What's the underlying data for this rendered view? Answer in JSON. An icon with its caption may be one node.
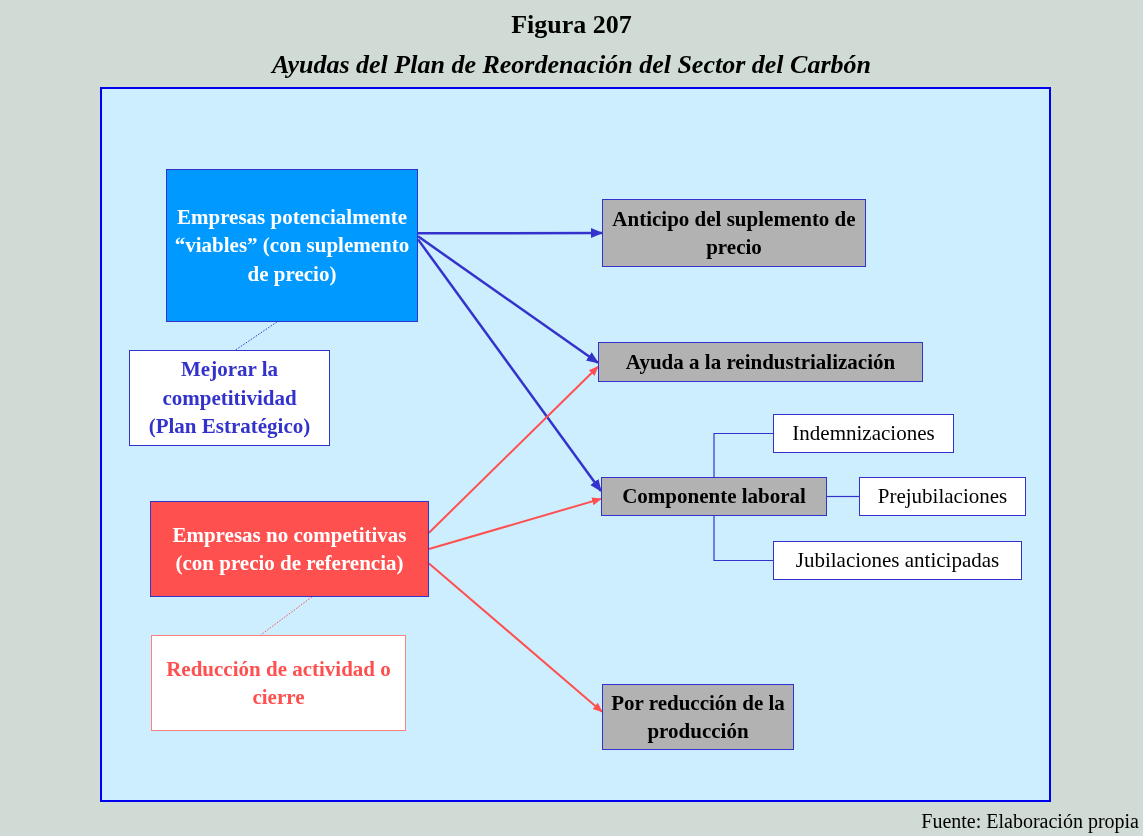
{
  "diagram": {
    "title": "Figura 207",
    "nodes": [
      {
        "text": [
          "Empresas potencialmente “viables” (con suplemento de precio)"
        ]
      },
      {
        "text": [
          "Mejorar la competitividad (Plan Estratégico)"
        ]
      },
      {
        "text": [
          "Empresas no competitivas (con precio de referencia)"
        ]
      },
      {
        "text": [
          "Reducción de actividad o cierre"
        ]
      },
      {
        "text": [
          "Anticipo del suplemento de precio"
        ]
      },
      {
        "text": [
          "Ayuda a la reindustrialización"
        ]
      },
      {
        "text": [
          "Componente laboral"
        ]
      },
      {
        "text": [
          "Indemnizaciones"
        ]
      },
      {
        "text": [
          "Prejubilaciones"
        ]
      },
      {
        "text": [
          "Jubilaciones anticipadas"
        ]
      },
      {
        "text": [
          "Por reducción de la producción"
        ]
      }
    ],
    "edges": [
      {
        "from": 0,
        "to": 4,
        "arrow": "to"
      },
      {
        "from": 0,
        "to": 5,
        "arrow": "to"
      },
      {
        "from": 0,
        "to": 6,
        "arrow": "to"
      },
      {
        "from": 0,
        "to": 1,
        "arrow": "none",
        "style": "dashed"
      },
      {
        "from": 2,
        "to": 5,
        "arrow": "to",
        "color": "#ff5050"
      },
      {
        "from": 2,
        "to": 6,
        "arrow": "to",
        "color": "#ff5050"
      },
      {
        "from": 2,
        "to": 10,
        "arrow": "to",
        "color": "#ff5050"
      },
      {
        "from": 2,
        "to": 3,
        "arrow": "none",
        "style": "dashed",
        "color": "#ff5050"
      },
      {
        "from": 6,
        "to": 7,
        "arrow": "none"
      },
      {
        "from": 6,
        "to": 8,
        "arrow": "none"
      },
      {
        "from": 6,
        "to": 9,
        "arrow": "none"
      }
    ],
    "labels": [
      "Ayudas del Plan de Reordenación del Sector del Carbón"
    ],
    "caption": "Fuente: Elaboración propia"
  }
}
